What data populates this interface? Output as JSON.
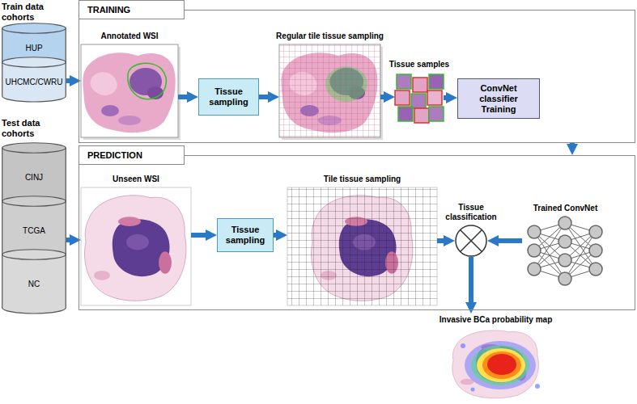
{
  "diagram": {
    "nodes": [
      {
        "text": [
          "HUP"
        ]
      },
      {
        "text": [
          "UHCMC/CWRU"
        ]
      },
      {
        "text": [
          "CINJ"
        ]
      },
      {
        "text": [
          "TCGA"
        ]
      },
      {
        "text": [
          "NC"
        ]
      },
      {
        "text": [
          "TRAINING"
        ]
      },
      {
        "text": [
          "Annotated WSI"
        ],
        "in": 5
      },
      {
        "text": [
          "Tissue sampling"
        ],
        "in": 5
      },
      {
        "text": [
          "Regular tile tissue sampling"
        ],
        "in": 5
      },
      {
        "text": [
          "Tissue samples"
        ],
        "in": 5
      },
      {
        "text": [
          "ConvNet classifier Training"
        ],
        "in": 5
      },
      {
        "text": [
          "PREDICTION"
        ]
      },
      {
        "text": [
          "Unseen WSI"
        ],
        "in": 11
      },
      {
        "text": [
          "Tissue sampling"
        ],
        "in": 11
      },
      {
        "text": [
          "Tile tissue sampling"
        ],
        "in": 11
      },
      {
        "text": [
          "Tissue classification"
        ],
        "in": 11
      },
      {
        "text": [
          "Trained ConvNet"
        ],
        "in": 11
      },
      {
        "text": [
          "Invasive BCa probability map"
        ]
      }
    ],
    "edges": [
      {
        "from": 1,
        "to": 6,
        "arrow": "to"
      },
      {
        "from": 6,
        "to": 7,
        "arrow": "to"
      },
      {
        "from": 7,
        "to": 8,
        "arrow": "to"
      },
      {
        "from": 8,
        "to": 9,
        "arrow": "to"
      },
      {
        "from": 9,
        "to": 10,
        "arrow": "to"
      },
      {
        "from": 5,
        "to": 11,
        "arrow": "to"
      },
      {
        "from": 3,
        "to": 12,
        "arrow": "to"
      },
      {
        "from": 12,
        "to": 13,
        "arrow": "to"
      },
      {
        "from": 13,
        "to": 14,
        "arrow": "to"
      },
      {
        "from": 14,
        "to": 15,
        "arrow": "to"
      },
      {
        "from": 16,
        "to": 15,
        "arrow": "to"
      },
      {
        "from": 15,
        "to": 17,
        "arrow": "to"
      }
    ],
    "labels": [
      "Train data cohorts",
      "Test data cohorts"
    ]
  }
}
